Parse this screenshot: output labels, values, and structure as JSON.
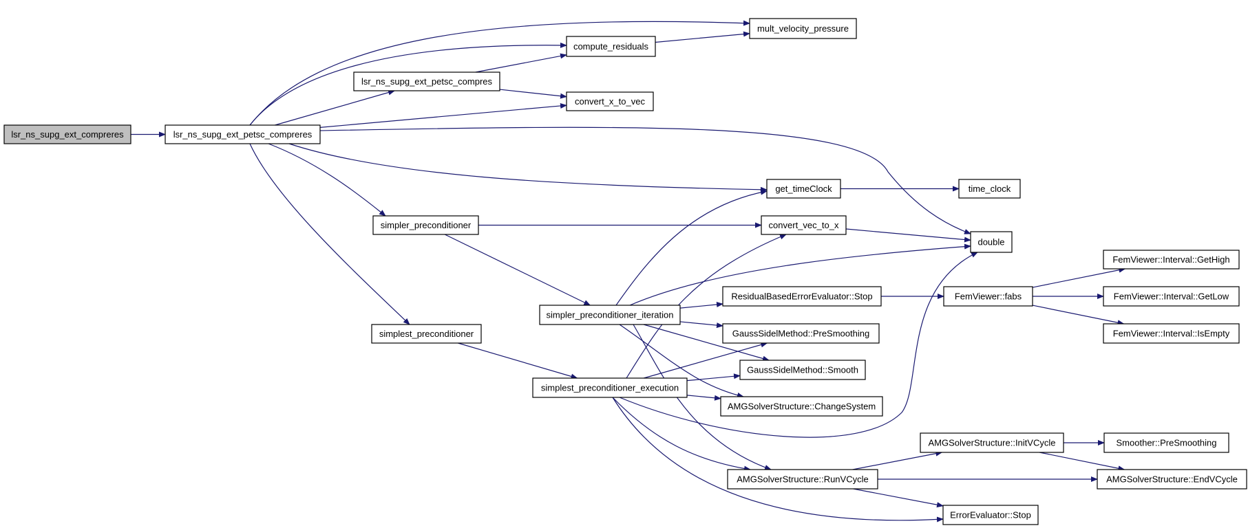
{
  "colors": {
    "edge": "#191970",
    "node_fill": "#ffffff",
    "root_fill": "#bfbfbf",
    "node_border": "#000000"
  },
  "nodes": {
    "n1": {
      "label": "lsr_ns_supg_ext_compreres",
      "root": true
    },
    "n2": {
      "label": "lsr_ns_supg_ext_petsc_compreres"
    },
    "n3": {
      "label": "compute_residuals"
    },
    "n4": {
      "label": "mult_velocity_pressure"
    },
    "n5": {
      "label": "lsr_ns_supg_ext_petsc_compres"
    },
    "n6": {
      "label": "convert_x_to_vec"
    },
    "n7": {
      "label": "double"
    },
    "n8": {
      "label": "get_timeClock"
    },
    "n9": {
      "label": "time_clock"
    },
    "n10": {
      "label": "simpler_preconditioner"
    },
    "n11": {
      "label": "convert_vec_to_x"
    },
    "n12": {
      "label": "simpler_preconditioner_iteration"
    },
    "n13": {
      "label": "simplest_preconditioner"
    },
    "n14": {
      "label": "simplest_preconditioner_execution"
    },
    "n15": {
      "label": "ResidualBasedErrorEvaluator::Stop"
    },
    "n16": {
      "label": "FemViewer::fabs"
    },
    "n17": {
      "label": "FemViewer::Interval::GetHigh"
    },
    "n18": {
      "label": "FemViewer::Interval::GetLow"
    },
    "n19": {
      "label": "FemViewer::Interval::IsEmpty"
    },
    "n20": {
      "label": "GaussSidelMethod::PreSmoothing"
    },
    "n21": {
      "label": "GaussSidelMethod::Smooth"
    },
    "n22": {
      "label": "AMGSolverStructure::ChangeSystem"
    },
    "n23": {
      "label": "AMGSolverStructure::InitVCycle"
    },
    "n24": {
      "label": "Smoother::PreSmoothing"
    },
    "n25": {
      "label": "AMGSolverStructure::RunVCycle"
    },
    "n26": {
      "label": "AMGSolverStructure::EndVCycle"
    },
    "n27": {
      "label": "ErrorEvaluator::Stop"
    }
  },
  "edges": [
    [
      "n1",
      "n2"
    ],
    [
      "n2",
      "n4"
    ],
    [
      "n2",
      "n3"
    ],
    [
      "n2",
      "n5"
    ],
    [
      "n2",
      "n6"
    ],
    [
      "n2",
      "n7"
    ],
    [
      "n2",
      "n8"
    ],
    [
      "n2",
      "n10"
    ],
    [
      "n2",
      "n13"
    ],
    [
      "n3",
      "n4"
    ],
    [
      "n5",
      "n3"
    ],
    [
      "n5",
      "n6"
    ],
    [
      "n8",
      "n9"
    ],
    [
      "n10",
      "n11"
    ],
    [
      "n10",
      "n12"
    ],
    [
      "n11",
      "n7"
    ],
    [
      "n12",
      "n8"
    ],
    [
      "n12",
      "n7"
    ],
    [
      "n12",
      "n15"
    ],
    [
      "n12",
      "n20"
    ],
    [
      "n12",
      "n21"
    ],
    [
      "n12",
      "n22"
    ],
    [
      "n12",
      "n25"
    ],
    [
      "n13",
      "n14"
    ],
    [
      "n14",
      "n11"
    ],
    [
      "n14",
      "n20"
    ],
    [
      "n14",
      "n21"
    ],
    [
      "n14",
      "n22"
    ],
    [
      "n14",
      "n7"
    ],
    [
      "n14",
      "n25"
    ],
    [
      "n14",
      "n27"
    ],
    [
      "n15",
      "n16"
    ],
    [
      "n16",
      "n17"
    ],
    [
      "n16",
      "n18"
    ],
    [
      "n16",
      "n19"
    ],
    [
      "n23",
      "n24"
    ],
    [
      "n23",
      "n26"
    ],
    [
      "n25",
      "n23"
    ],
    [
      "n25",
      "n26"
    ],
    [
      "n25",
      "n27"
    ]
  ]
}
